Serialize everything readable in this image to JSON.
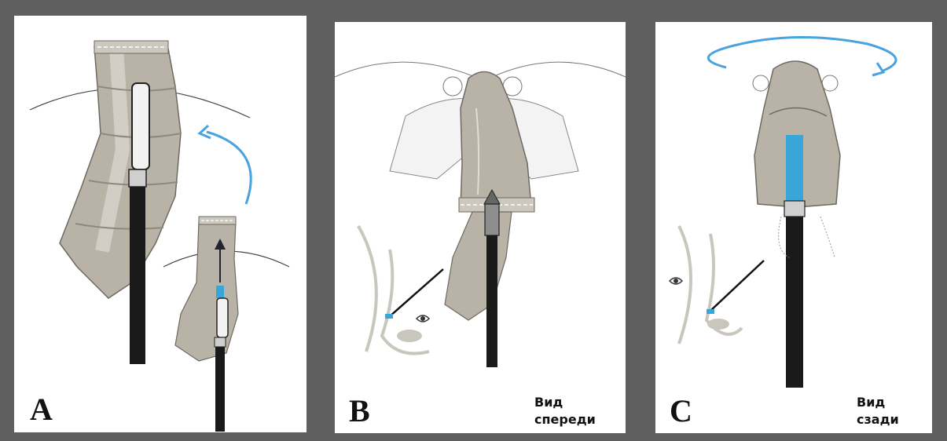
{
  "panels": [
    {
      "letter": "A"
    },
    {
      "letter": "B",
      "view_label": [
        "Вид",
        "спереди"
      ]
    },
    {
      "letter": "C",
      "view_label": [
        "Вид",
        "сзади"
      ]
    }
  ],
  "colors": {
    "background": "#5f5f5f",
    "panel": "#ffffff",
    "tissue": "#b8b3a6",
    "tissue_dark": "#8e897d",
    "scope": "#1a1a1a",
    "rotation_arrow": "#4aa3df",
    "blue_segment": "#3aa6d8"
  },
  "icons": [
    "rotation-arrow-icon",
    "eye-icon",
    "endoscope-icon"
  ]
}
